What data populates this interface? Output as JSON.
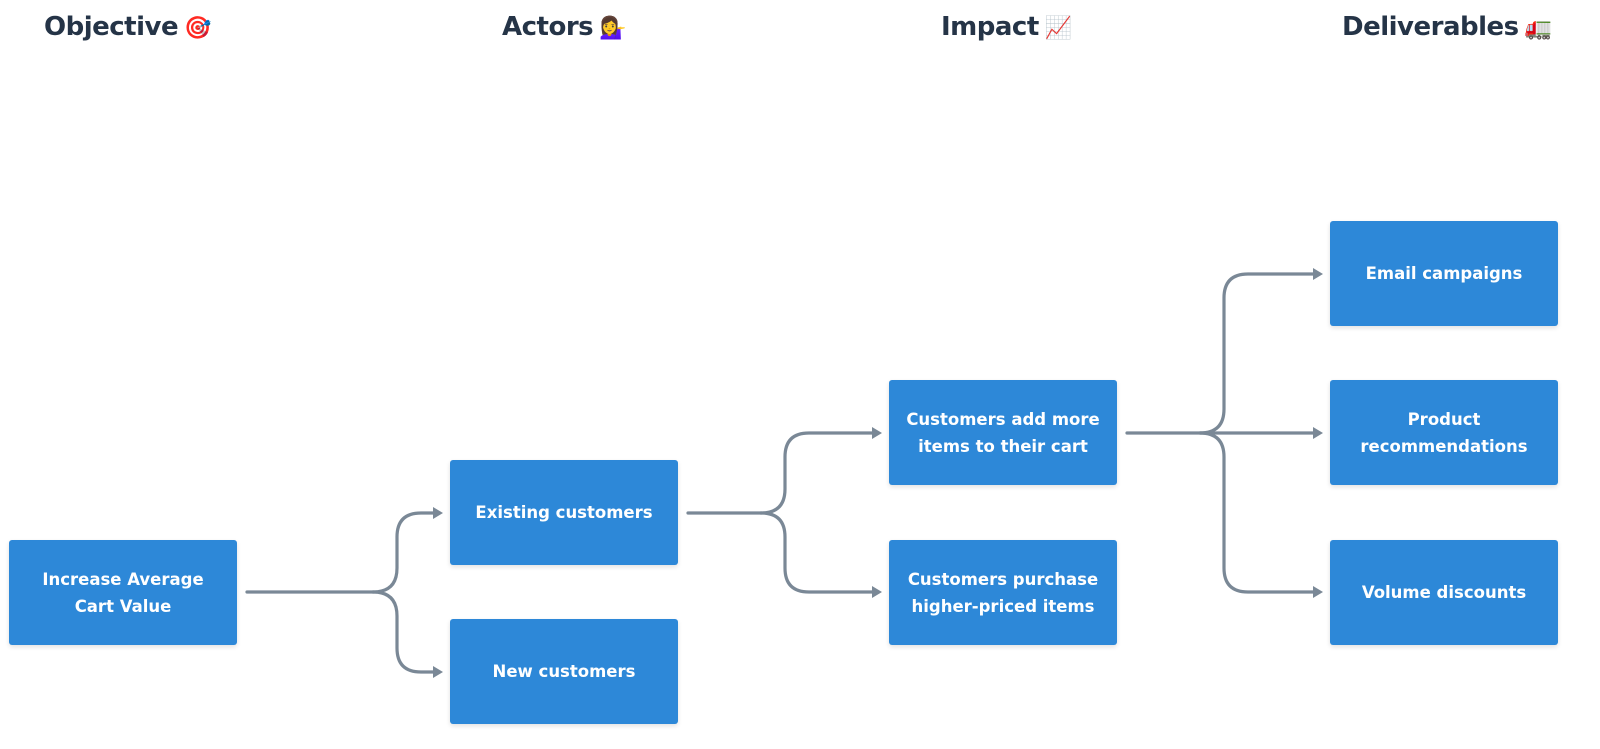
{
  "columns": [
    {
      "title": "Objective",
      "emoji": "🎯",
      "emoji_name": "target-icon"
    },
    {
      "title": "Actors",
      "emoji": "💁‍♀️",
      "emoji_name": "woman-tipping-hand-icon"
    },
    {
      "title": "Impact",
      "emoji": "📈",
      "emoji_name": "chart-increasing-icon"
    },
    {
      "title": "Deliverables",
      "emoji": "🚛",
      "emoji_name": "truck-icon"
    }
  ],
  "nodes": {
    "objective": "Increase Average Cart Value",
    "actor_existing": "Existing customers",
    "actor_new": "New customers",
    "impact_more_items": "Customers add more items to their cart",
    "impact_higher_priced": "Customers purchase higher-priced items",
    "deliverable_email": "Email campaigns",
    "deliverable_recommendations": "Product recommendations",
    "deliverable_discounts": "Volume discounts"
  },
  "edges": [
    {
      "from": "objective",
      "to": "actor_existing"
    },
    {
      "from": "objective",
      "to": "actor_new"
    },
    {
      "from": "actor_existing",
      "to": "impact_more_items"
    },
    {
      "from": "actor_existing",
      "to": "impact_higher_priced"
    },
    {
      "from": "impact_more_items",
      "to": "deliverable_email"
    },
    {
      "from": "impact_more_items",
      "to": "deliverable_recommendations"
    },
    {
      "from": "impact_more_items",
      "to": "deliverable_discounts"
    }
  ],
  "colors": {
    "node_fill": "#2d88d8",
    "node_text": "#ffffff",
    "connector": "#7a8896",
    "header_text": "#253447"
  }
}
